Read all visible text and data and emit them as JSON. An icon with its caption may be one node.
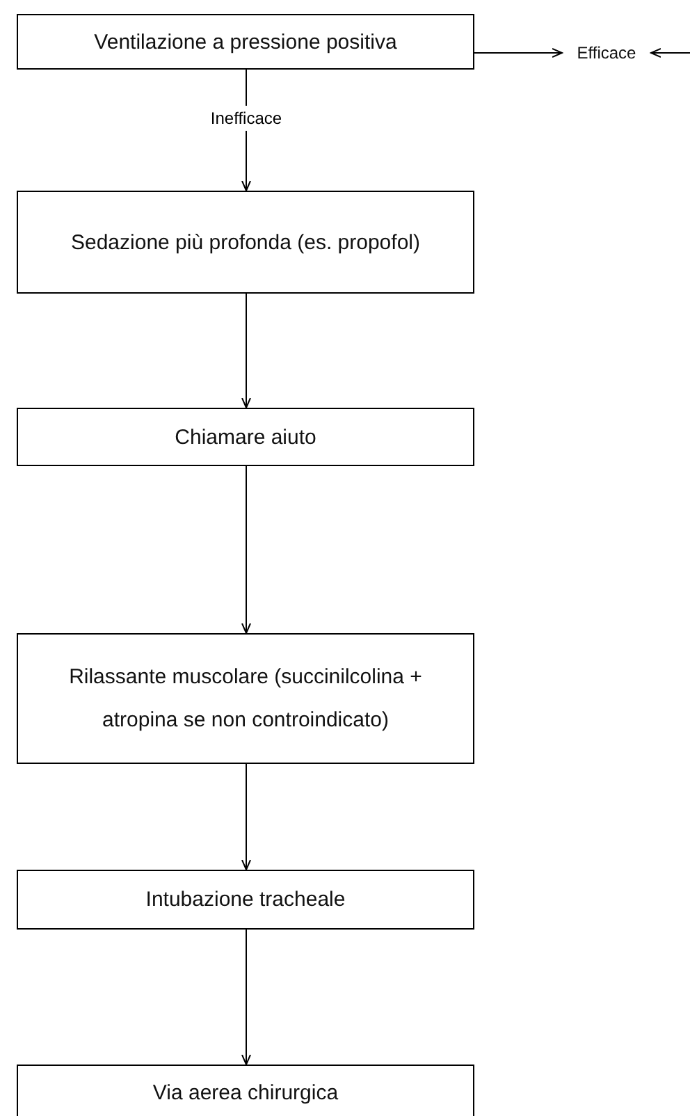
{
  "diagram": {
    "nodes": [
      {
        "text": [
          "Ventilazione a pressione positiva"
        ]
      },
      {
        "text": [
          "Efficace"
        ]
      },
      {
        "text": [
          "Sedazione più profonda (es. propofol)"
        ]
      },
      {
        "text": [
          "Chiamare aiuto"
        ]
      },
      {
        "text": [
          "Rilassante muscolare (succinilcolina + atropina se non controindicato)"
        ]
      },
      {
        "text": [
          "Intubazione tracheale"
        ]
      },
      {
        "text": [
          "Via aerea chirurgica"
        ]
      }
    ],
    "edges": [
      {
        "from": 0,
        "to": 1,
        "arrow": "to"
      },
      {
        "from": null,
        "to": 1,
        "arrow": "to"
      },
      {
        "from": 0,
        "to": 2,
        "arrow": "to",
        "label": "Inefficace"
      },
      {
        "from": 2,
        "to": 3,
        "arrow": "to"
      },
      {
        "from": 3,
        "to": 4,
        "arrow": "to"
      },
      {
        "from": 4,
        "to": 5,
        "arrow": "to"
      },
      {
        "from": 5,
        "to": 6,
        "arrow": "to"
      }
    ]
  }
}
